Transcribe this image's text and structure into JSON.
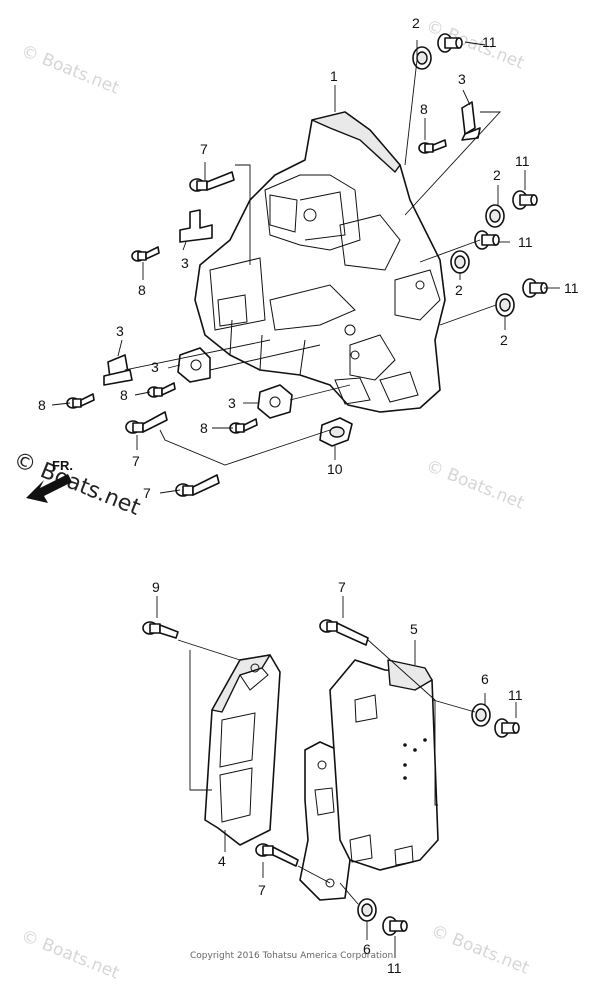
{
  "watermark": {
    "text": "© Boats.net",
    "fr_label": "FR.",
    "copyright": "Copyright 2016 Tohatsu America Corporation"
  },
  "callouts": {
    "c1": "1",
    "c2a": "2",
    "c2b": "2",
    "c2c": "2",
    "c2d": "2",
    "c3a": "3",
    "c3b": "3",
    "c3c": "3",
    "c3d": "3",
    "c3e": "3",
    "c4": "4",
    "c5": "5",
    "c6a": "6",
    "c6b": "6",
    "c7a": "7",
    "c7b": "7",
    "c7c": "7",
    "c7d": "7",
    "c7e": "7",
    "c8a": "8",
    "c8b": "8",
    "c8c": "8",
    "c8d": "8",
    "c8e": "8",
    "c9": "9",
    "c10": "10",
    "c11a": "11",
    "c11b": "11",
    "c11c": "11",
    "c11d": "11",
    "c11e": "11",
    "c11f": "11"
  }
}
